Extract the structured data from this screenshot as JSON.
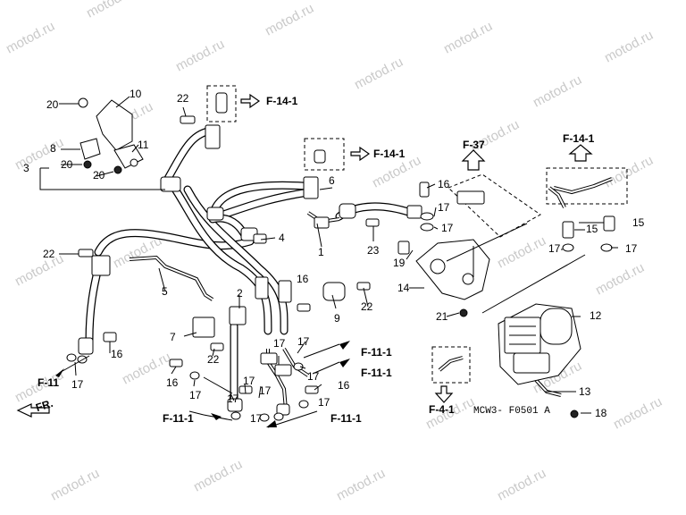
{
  "watermark": "motod.ru",
  "diagram_code": "MCW3- F0501 A",
  "direction_label": "FR.",
  "references": {
    "f14_1": "F-14-1",
    "f37": "F-37",
    "f11": "F-11",
    "f11_1": "F-11-1",
    "f4_1": "F-4-1"
  },
  "callouts": {
    "c1": "1",
    "c2": "2",
    "c3": "3",
    "c4": "4",
    "c5": "5",
    "c6": "6",
    "c7": "7",
    "c8": "8",
    "c9": "9",
    "c10": "10",
    "c11": "11",
    "c12": "12",
    "c13": "13",
    "c14": "14",
    "c15": "15",
    "c16": "16",
    "c17": "17",
    "c18": "18",
    "c19": "19",
    "c20": "20",
    "c21": "21",
    "c22": "22",
    "c23": "23"
  }
}
